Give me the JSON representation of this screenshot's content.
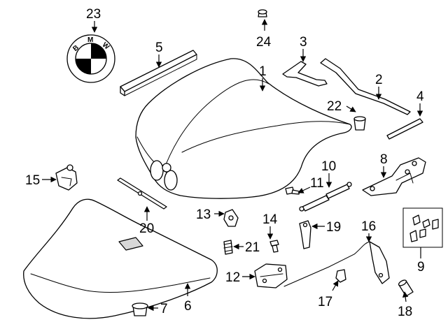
{
  "diagram": {
    "callouts": {
      "c1": "1",
      "c2": "2",
      "c3": "3",
      "c4": "4",
      "c5": "5",
      "c6": "6",
      "c7": "7",
      "c8": "8",
      "c9": "9",
      "c10": "10",
      "c11": "11",
      "c12": "12",
      "c13": "13",
      "c14": "14",
      "c15": "15",
      "c16": "16",
      "c17": "17",
      "c18": "18",
      "c19": "19",
      "c20": "20",
      "c21": "21",
      "c22": "22",
      "c23": "23",
      "c24": "24"
    },
    "emblem_letters": [
      "B",
      "M",
      "W"
    ]
  }
}
